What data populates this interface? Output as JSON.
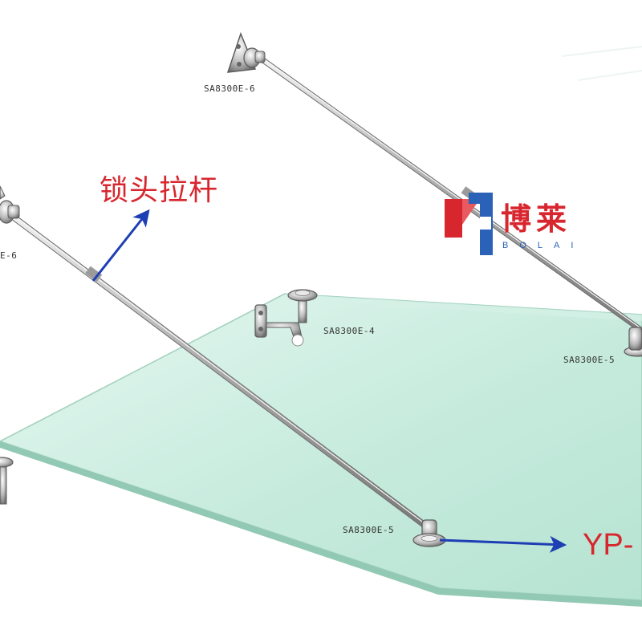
{
  "labels": {
    "top_right_rod_mount": "SA8300E-6",
    "left_rod_mount": "E-6",
    "center_bracket": "SA8300E-4",
    "right_glass_clamp": "SA8300E-5",
    "front_glass_clamp": "SA8300E-5"
  },
  "callouts": {
    "rod": "锁头拉杆",
    "clamp": "YP-"
  },
  "logo": {
    "cn": "博莱",
    "en": "BOLAI"
  },
  "colors": {
    "callout_text": "#d8262e",
    "arrow": "#1e3fb4",
    "glass": "#c9ece0",
    "logo_red": "#d8262e",
    "logo_blue": "#2a62b8"
  }
}
